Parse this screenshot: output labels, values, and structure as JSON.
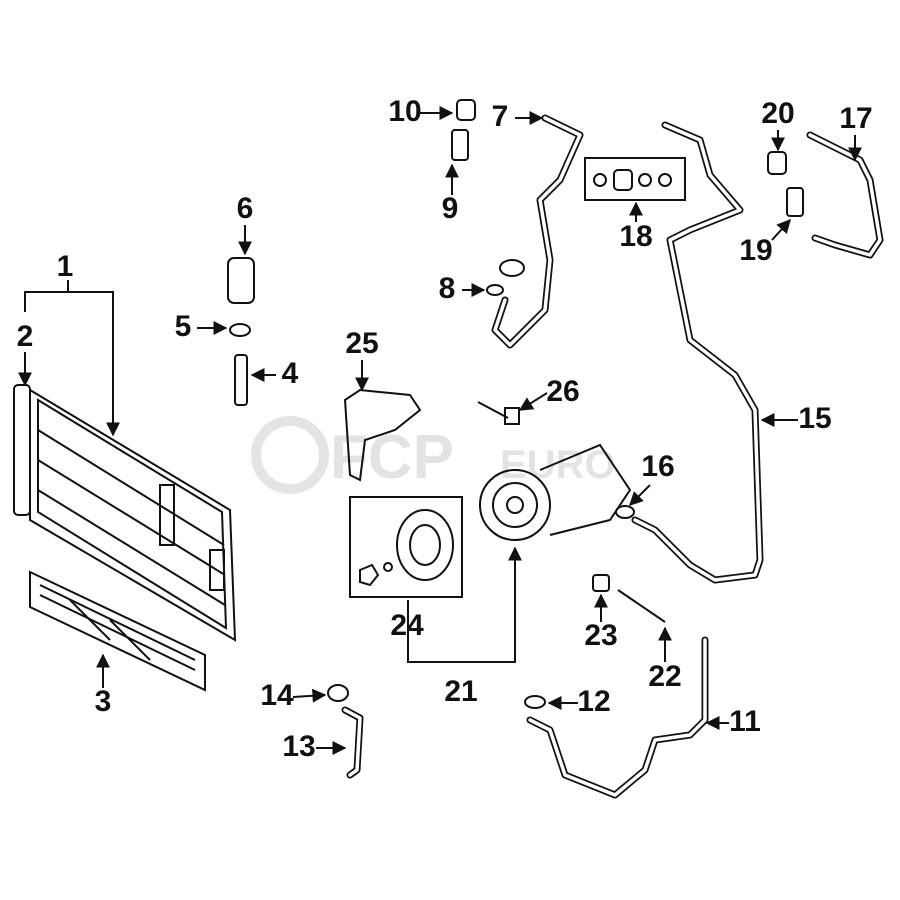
{
  "diagram": {
    "watermark": "FCP Euro",
    "callouts": [
      "1",
      "2",
      "3",
      "4",
      "5",
      "6",
      "7",
      "8",
      "9",
      "10",
      "11",
      "12",
      "13",
      "14",
      "15",
      "16",
      "17",
      "18",
      "19",
      "20",
      "21",
      "22",
      "23",
      "24",
      "25",
      "26"
    ]
  }
}
